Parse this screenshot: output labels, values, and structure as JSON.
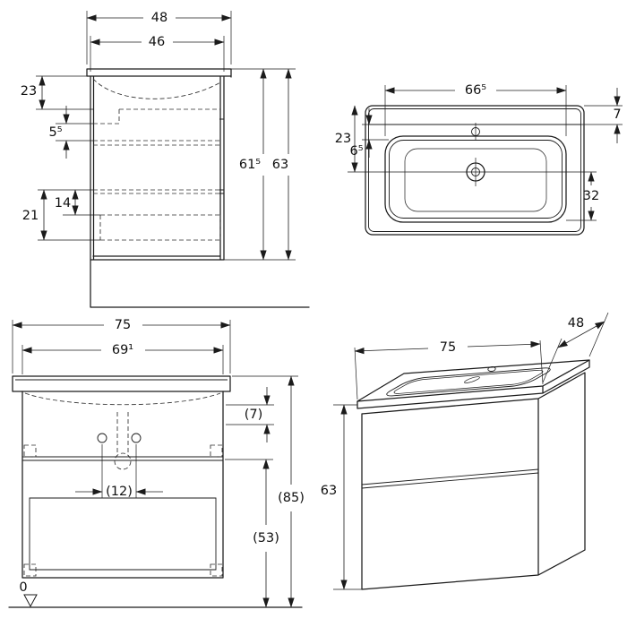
{
  "colors": {
    "line": "#1b1b1b",
    "background": "#ffffff"
  },
  "views": {
    "side": {
      "dims": {
        "w48": "48",
        "w46": "46",
        "h23": "23",
        "h5_5": "5⁵",
        "h14": "14",
        "h21": "21",
        "h61_5": "61⁵",
        "h63": "63"
      }
    },
    "plan": {
      "dims": {
        "w66_5": "66⁵",
        "d7": "7",
        "d23": "23",
        "d6_5": "6⁵",
        "d32": "32"
      }
    },
    "front": {
      "dims": {
        "w75": "75",
        "w69_1": "69¹",
        "g7": "(7)",
        "g12": "(12)",
        "h85": "(85)",
        "h53": "(53)",
        "datum": "0"
      }
    },
    "perspective": {
      "dims": {
        "w75": "75",
        "d48": "48",
        "h63": "63"
      }
    }
  }
}
